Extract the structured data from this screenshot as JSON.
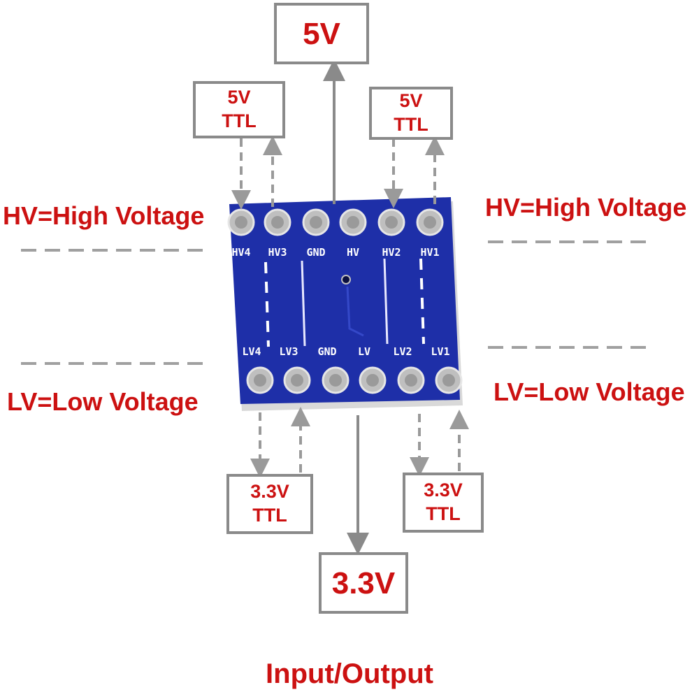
{
  "top_supply": {
    "label": "5V"
  },
  "bottom_supply": {
    "label": "3.3V"
  },
  "hv_left_ttl": {
    "line1": "5V",
    "line2": "TTL"
  },
  "hv_right_ttl": {
    "line1": "5V",
    "line2": "TTL"
  },
  "lv_left_ttl": {
    "line1": "3.3V",
    "line2": "TTL"
  },
  "lv_right_ttl": {
    "line1": "3.3V",
    "line2": "TTL"
  },
  "hv_legend_left": "HV=High Voltage",
  "hv_legend_right": "HV=High Voltage",
  "lv_legend_left": "LV=Low Voltage",
  "lv_legend_right": "LV=Low Voltage",
  "caption": "Input/Output",
  "board": {
    "top_pins": [
      "HV4",
      "HV3",
      "GND",
      "HV",
      "HV2",
      "HV1"
    ],
    "bottom_pins": [
      "LV4",
      "LV3",
      "GND",
      "LV",
      "LV2",
      "LV1"
    ]
  },
  "colors": {
    "accent_red": "#cc1111",
    "board_blue": "#1e2fa8",
    "arrow_gray": "#8a8a8a"
  }
}
